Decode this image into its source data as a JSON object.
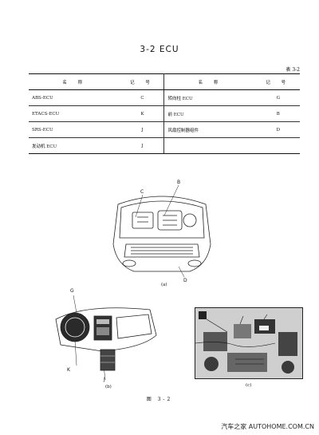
{
  "page": {
    "section_title": "3-2  ECU",
    "table_number": "表 3-2",
    "figure_title": "图  3-2",
    "watermark": "汽车之家  AUTOHOME.COM.CN"
  },
  "table": {
    "headers": [
      "名  称",
      "记  号",
      "名  称",
      "记  号"
    ],
    "rows": [
      {
        "name_left": "ABS-ECU",
        "code_left": "C",
        "name_right": "转向柱 ECU",
        "code_right": "G"
      },
      {
        "name_left": "ETACS-ECU",
        "code_left": "K",
        "name_right": "前 ECU",
        "code_right": "B"
      },
      {
        "name_left": "SRS-ECU",
        "code_left": "J",
        "name_right": "风扇控制器组件",
        "code_right": "D"
      },
      {
        "name_left": "发动机 ECU",
        "code_left": "J",
        "name_right": "",
        "code_right": ""
      }
    ]
  },
  "figures": {
    "a": {
      "caption": "(a)",
      "callouts": {
        "c": "C",
        "b": "B",
        "d": "D"
      }
    },
    "b": {
      "caption": "(b)",
      "callouts": {
        "g": "G",
        "k": "K",
        "j": "J"
      }
    },
    "c": {
      "caption": "(c)"
    }
  }
}
